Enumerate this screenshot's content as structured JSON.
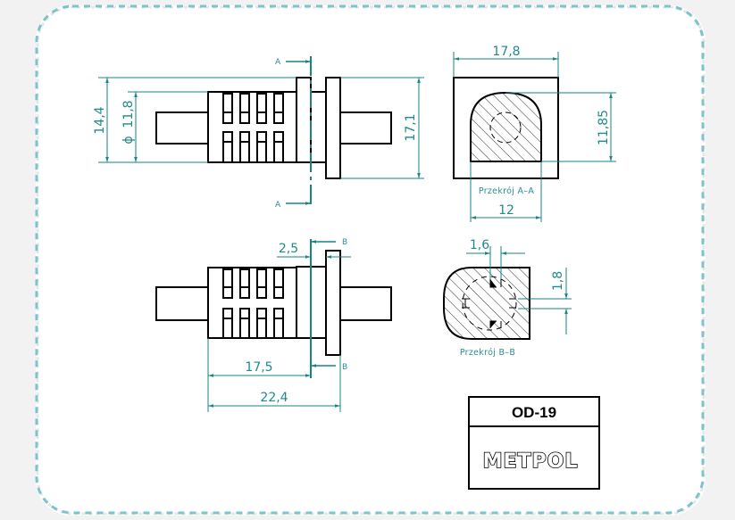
{
  "drawing": {
    "title_block": {
      "part_code": "OD-19",
      "brand": "METPOL"
    },
    "top_view": {
      "section_marker": "A",
      "dimensions": {
        "overall_height": "14,4",
        "body_diameter": "11,8",
        "diameter_symbol": "ϕ",
        "flange_height": "17,1"
      }
    },
    "bottom_view": {
      "section_marker": "B",
      "dimensions": {
        "collar_offset": "2,5",
        "body_length": "17,5",
        "overall_length": "22,4"
      }
    },
    "section_a": {
      "label": "Przekrój A–A",
      "dimensions": {
        "width": "17,8",
        "profile_height": "11,85",
        "profile_width": "12"
      }
    },
    "section_b": {
      "label": "Przekrój B–B",
      "dimensions": {
        "slot_width": "1,6",
        "slot_height": "1,8"
      }
    }
  },
  "colors": {
    "dimension": "#1a8383",
    "outline": "#000000",
    "frame_border": "#7cc4cc",
    "background": "#f2f2f2"
  }
}
